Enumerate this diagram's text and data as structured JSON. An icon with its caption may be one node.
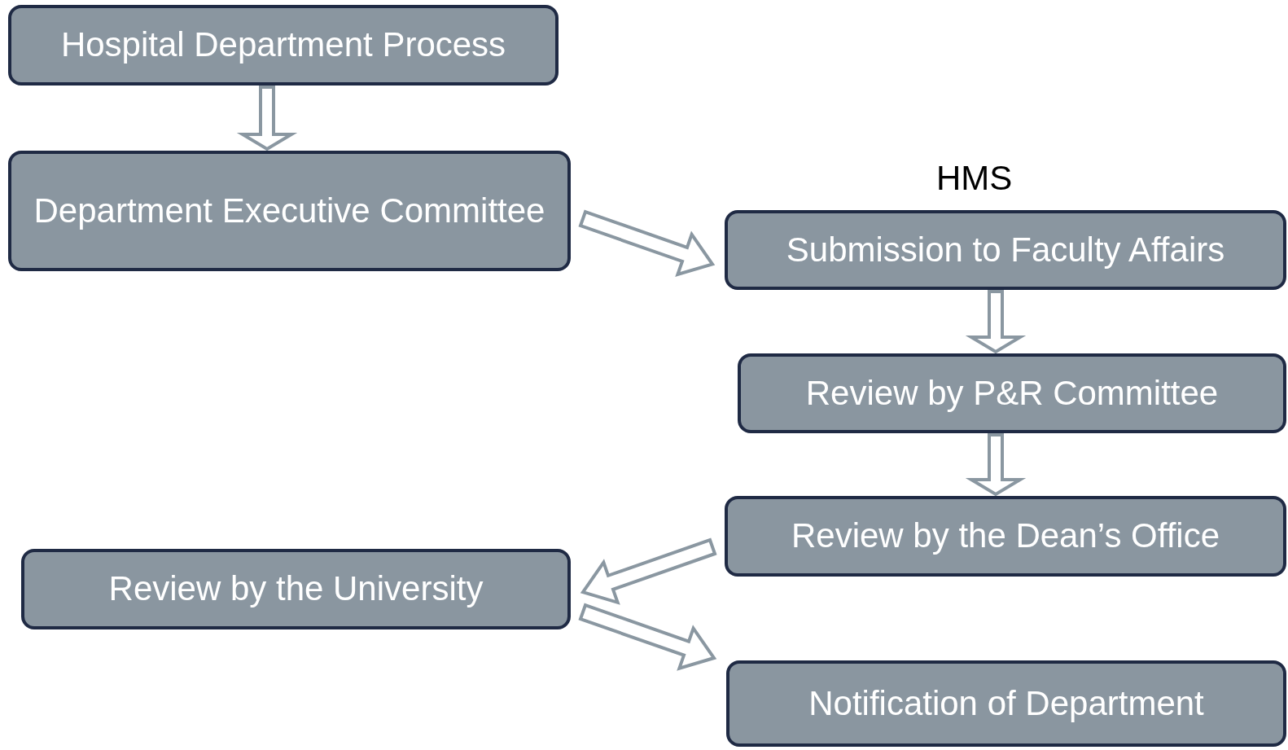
{
  "diagram": {
    "nodes": [
      {
        "text": [
          "Hospital Department Process"
        ]
      },
      {
        "text": [
          "Department Executive Committee"
        ]
      },
      {
        "text": [
          "Submission to Faculty Affairs"
        ],
        "beside": [
          "HMS"
        ]
      },
      {
        "text": [
          "Review by P&R Committee"
        ]
      },
      {
        "text": [
          "Review by the Dean’s Office"
        ]
      },
      {
        "text": [
          "Review by the University"
        ]
      },
      {
        "text": [
          "Notification of Department"
        ]
      }
    ],
    "edges": [
      {
        "from": 0,
        "to": 1,
        "arrow": "to"
      },
      {
        "from": 1,
        "to": 2,
        "arrow": "to"
      },
      {
        "from": 2,
        "to": 3,
        "arrow": "to"
      },
      {
        "from": 3,
        "to": 4,
        "arrow": "to"
      },
      {
        "from": 4,
        "to": 5,
        "arrow": "to"
      },
      {
        "from": 5,
        "to": 6,
        "arrow": "to"
      }
    ]
  }
}
